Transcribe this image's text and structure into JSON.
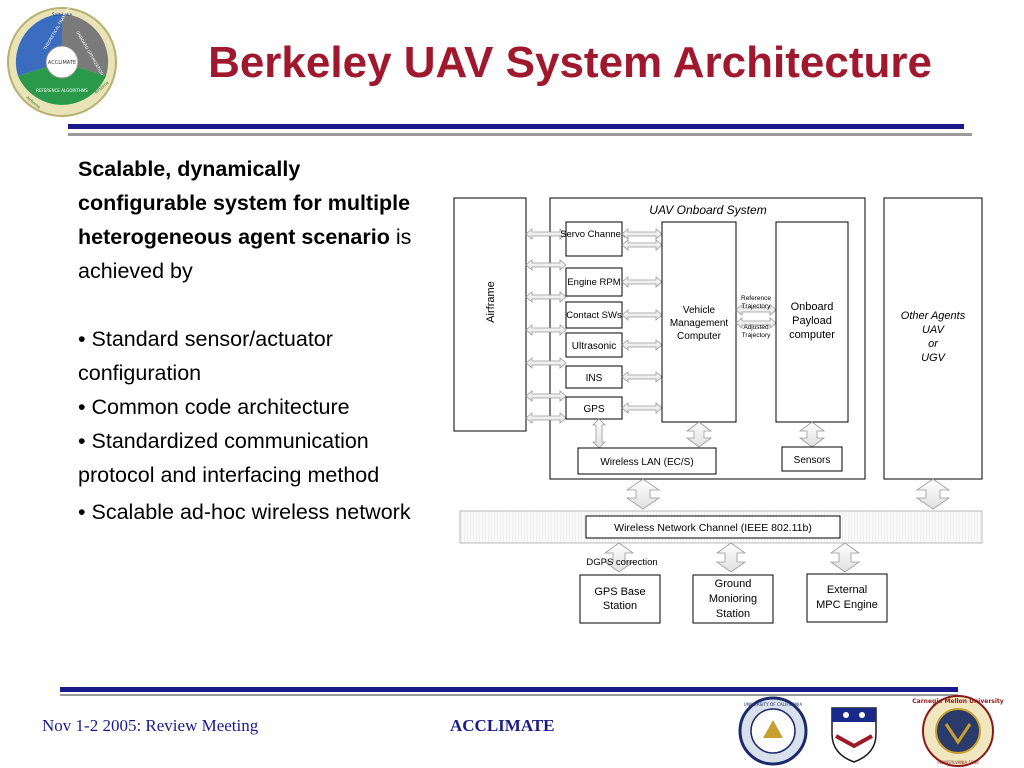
{
  "header": {
    "title": "Berkeley UAV System Architecture",
    "logo": {
      "center_label": "ACCLIMATE",
      "segment_labels": [
        "THEORETICAL FRAMEWORK",
        "ONBOARD OPTIMIZATION",
        "REFERENCE ALGORITHMS",
        "Salt Lake",
        "Airborne",
        "Airborne"
      ]
    }
  },
  "content": {
    "intro_bold": "Scalable, dynamically configurable system for multiple heterogeneous agent scenario",
    "intro_rest": " is achieved by",
    "bullets": [
      "• Standard sensor/actuator configuration",
      "• Common code architecture",
      "• Standardized communication protocol and interfacing method",
      "• Scalable ad-hoc wireless network"
    ]
  },
  "diagram": {
    "airframe": "Airframe",
    "onboard_title": "UAV Onboard System",
    "sensors_list": [
      "Servo Channels",
      "Engine RPM",
      "Contact SWs",
      "Ultrasonic",
      "INS",
      "GPS"
    ],
    "vehicle_mgmt": [
      "Vehicle",
      "Management",
      "Computer"
    ],
    "reference_trajectory": [
      "Reference",
      "Trajectory"
    ],
    "adjusted_trajectory": [
      "Adjusted",
      "Trajectory"
    ],
    "onboard_payload": [
      "Onboard",
      "Payload",
      "computer"
    ],
    "wireless_lan": "Wireless LAN (EC/S)",
    "sensors_box": "Sensors",
    "other_agents": [
      "Other Agents",
      "UAV",
      "or",
      "UGV"
    ],
    "network_channel": "Wireless Network Channel (IEEE 802.11b)",
    "dgps": "DGPS correction",
    "gps_base": [
      "GPS Base",
      "Station"
    ],
    "ground_station": [
      "Ground",
      "Monioring",
      "Station"
    ],
    "external_mpc": [
      "External",
      "MPC Engine"
    ]
  },
  "footer": {
    "date": "Nov 1-2 2005:  Review Meeting",
    "project": "ACCLIMATE",
    "seal_labels": [
      "UNIVERSITY OF CALIFORNIA",
      "Carnegie Mellon University",
      "PENNSYLVANIA 1900"
    ]
  },
  "colors": {
    "title": "#a0182e",
    "rule": "#1a1a8c",
    "footer_text": "#1a1a8c"
  }
}
